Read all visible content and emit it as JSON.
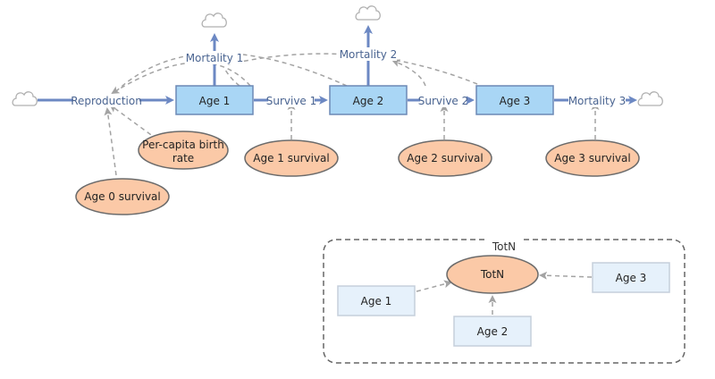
{
  "stocks": {
    "age1": "Age 1",
    "age2": "Age 2",
    "age3": "Age 3"
  },
  "flows": {
    "reproduction": "Reproduction",
    "survive1": "Survive 1",
    "survive2": "Survive 2",
    "mortality1": "Mortality 1",
    "mortality2": "Mortality 2",
    "mortality3": "Mortality 3"
  },
  "variables": {
    "percapita_line1": "Per-capita birth",
    "percapita_line2": "rate",
    "age0_survival": "Age 0 survival",
    "age1_survival": "Age 1 survival",
    "age2_survival": "Age 2 survival",
    "age3_survival": "Age 3 survival"
  },
  "group": {
    "title": "TotN",
    "converter": "TotN",
    "ghost_age1": "Age 1",
    "ghost_age2": "Age 2",
    "ghost_age3": "Age 3"
  },
  "colors": {
    "stock_fill": "#a9d6f5",
    "variable_fill": "#fbc9a7",
    "flow_line": "#6c88c3",
    "link_line": "#a3a3a3"
  }
}
